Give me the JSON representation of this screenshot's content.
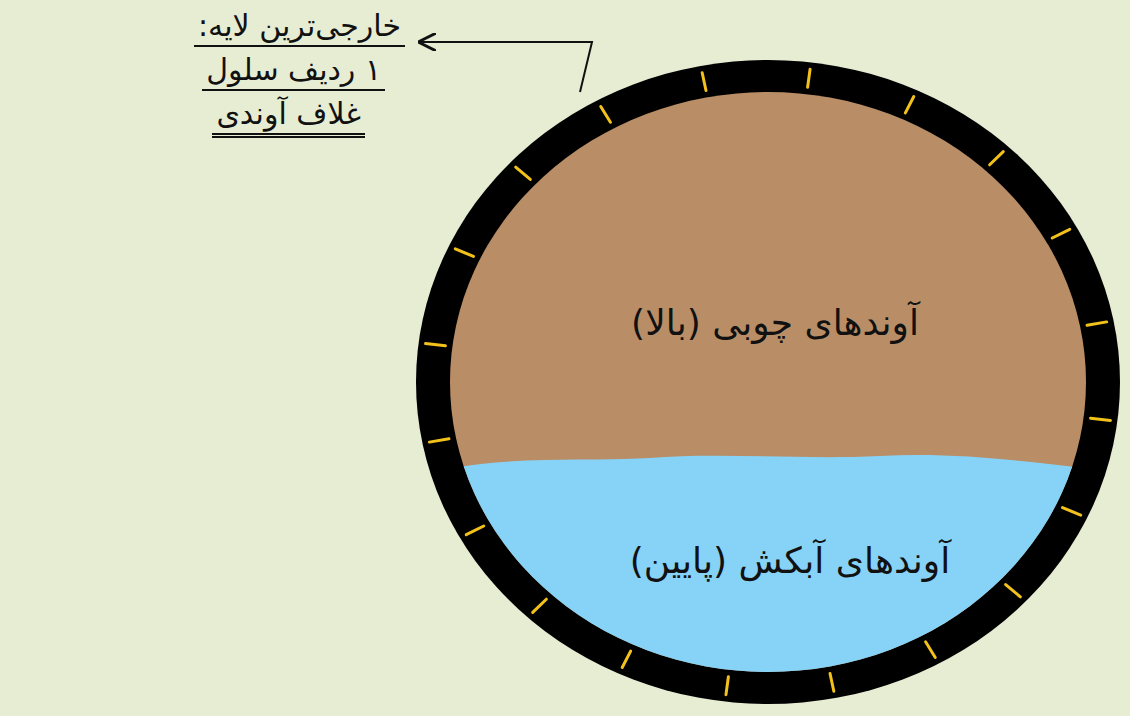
{
  "diagram": {
    "nodes": [
      {
        "text": [
          "آوندهای چوبی (بالا)"
        ]
      },
      {
        "text": [
          "آوندهای آبکش (پایین)"
        ]
      }
    ],
    "labels": [
      "خارجی‌ترین لایه:",
      "۱ ردیف سلول",
      "غلاف آوندی"
    ]
  }
}
